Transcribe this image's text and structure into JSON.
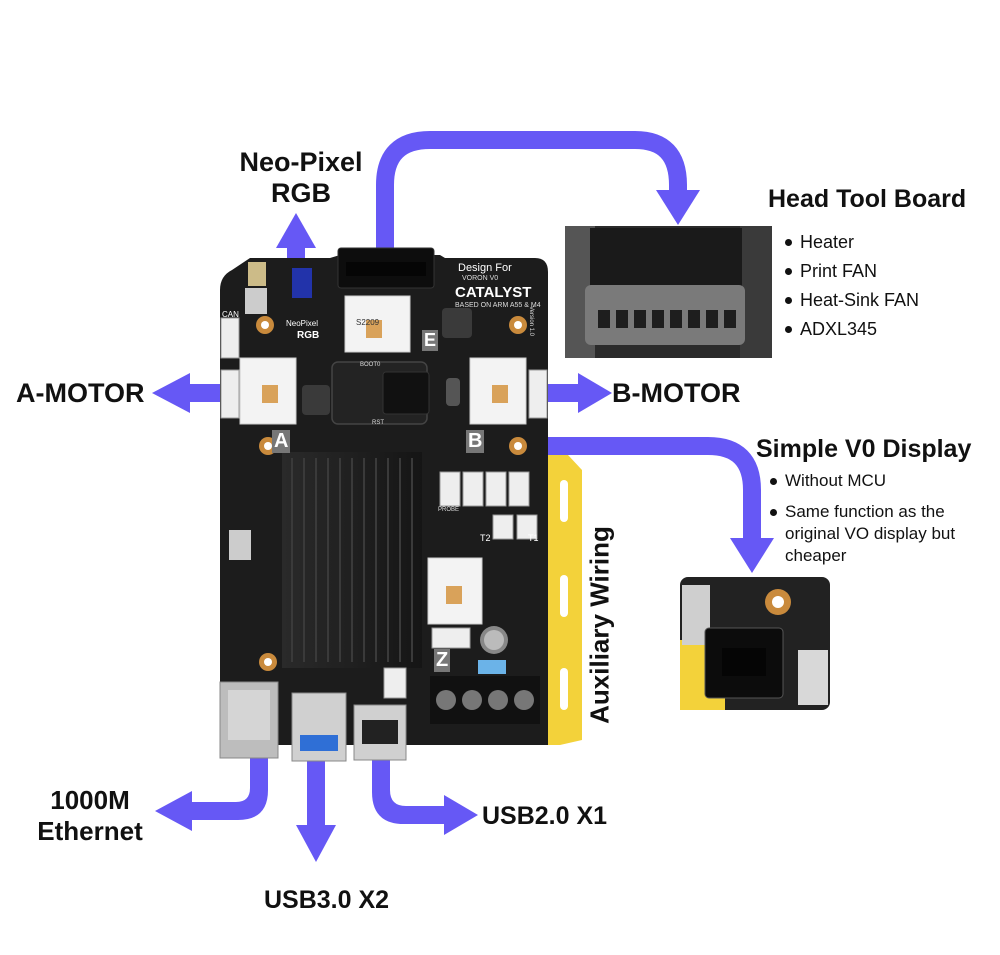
{
  "labels": {
    "neopixel_line1": "Neo-Pixel",
    "neopixel_line2": "RGB",
    "a_motor": "A-MOTOR",
    "b_motor": "B-MOTOR",
    "ethernet_line1": "1000M",
    "ethernet_line2": "Ethernet",
    "usb3": "USB3.0  X2",
    "usb2": "USB2.0  X1",
    "auxiliary": "Auxiliary Wiring"
  },
  "head_tool_board": {
    "title": "Head Tool Board",
    "items": [
      "Heater",
      "Print FAN",
      "Heat-Sink FAN",
      "ADXL345"
    ]
  },
  "display": {
    "title": "Simple V0 Display",
    "items": [
      "Without MCU",
      "Same function as the original VO display but cheaper"
    ]
  },
  "board": {
    "design_for": "Design For",
    "voron": "VORON V0",
    "name": "CATALYST",
    "based_on": "BASED ON ARM A55 & M4",
    "version": "Version 1.0",
    "slot_a": "A",
    "slot_b": "B",
    "slot_e": "E",
    "slot_z": "Z",
    "driver_model": "S2209",
    "neopixel_silk": "NeoPixel",
    "rgb_silk": "RGB",
    "can_silk": "CAN",
    "t1": "T1",
    "t2": "T2",
    "probe": "PROBE",
    "boot": "BOOT0",
    "rst": "RST"
  },
  "colors": {
    "arrow": "#6658f5",
    "board": "#1c1c1c",
    "yellow": "#f3d23a",
    "connector": "#eeeeee"
  }
}
